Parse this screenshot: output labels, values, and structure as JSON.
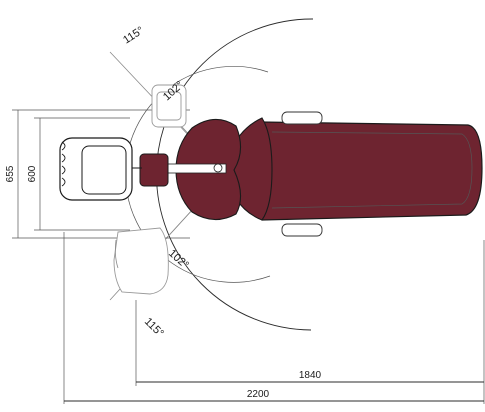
{
  "diagram": {
    "accent_color": "#6e2430",
    "line_color": "#2b2b2b",
    "labels": {
      "angle_outer_top": "115°",
      "angle_inner_top": "102°",
      "angle_inner_bottom": "102°",
      "angle_outer_bottom": "115°",
      "dim_height_outer": "655",
      "dim_height_inner": "600",
      "dim_length_chair": "1840",
      "dim_length_total": "2200"
    }
  }
}
